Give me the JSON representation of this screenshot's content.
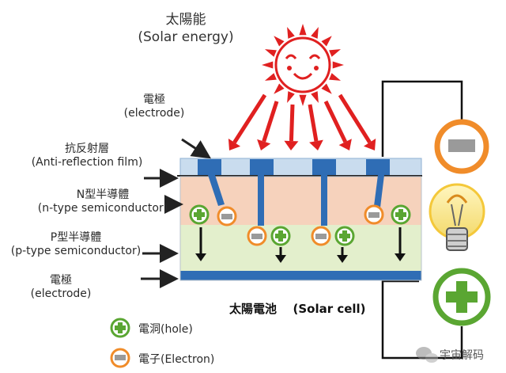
{
  "solar_energy": {
    "zh": "太陽能",
    "en": "(Solar energy)"
  },
  "labels": {
    "electrode_top": {
      "zh": "電極",
      "en": "(electrode)"
    },
    "anti_reflection": {
      "zh": "抗反射層",
      "en": "(Anti-reflection film)"
    },
    "n_type": {
      "zh": "N型半導體",
      "en": "(n-type semiconductor)"
    },
    "p_type": {
      "zh": "P型半導體",
      "en": "(p-type semiconductor)"
    },
    "electrode_bottom": {
      "zh": "電極",
      "en": "(electrode)"
    }
  },
  "cell_caption": {
    "zh": "太陽電池",
    "en": "(Solar cell)"
  },
  "legend": {
    "hole": "電洞(hole)",
    "electron": "電子(Electron)"
  },
  "watermark": "宇宙解码",
  "colors": {
    "sun": "#e02020",
    "electrode": "#2f6db5",
    "anti_reflection": "#c9dcee",
    "n_layer": "#f6d2bc",
    "p_layer": "#e3efcc",
    "hole_green": "#5aa632",
    "electron_orange": "#f08c2a"
  }
}
